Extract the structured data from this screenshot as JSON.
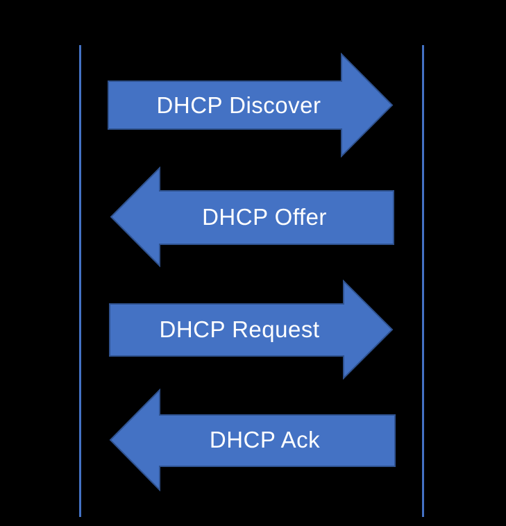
{
  "diagram": {
    "type": "sequence",
    "description": "DHCP message exchange between two lifelines",
    "messages": [
      {
        "label": "DHCP Discover",
        "direction": "right"
      },
      {
        "label": "DHCP Offer",
        "direction": "left"
      },
      {
        "label": "DHCP Request",
        "direction": "right"
      },
      {
        "label": "DHCP Ack",
        "direction": "left"
      }
    ],
    "lifelines": {
      "count": 2
    },
    "colors": {
      "background": "#000000",
      "arrow_fill": "#4472C4",
      "arrow_border": "#2F528F",
      "lifeline": "#4472C4",
      "label_text": "#FFFFFF"
    }
  }
}
